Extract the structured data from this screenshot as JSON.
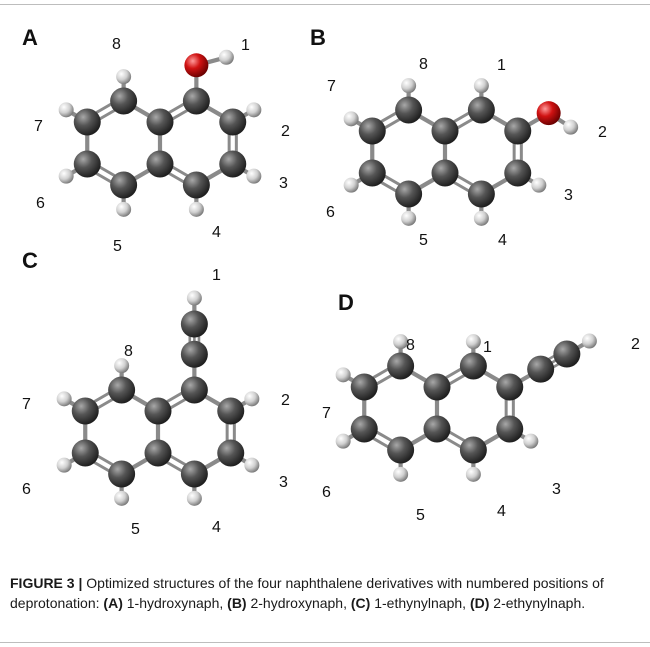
{
  "figure": {
    "caption": {
      "label": "FIGURE 3 |",
      "intro": "Optimized structures of the four naphthalene derivatives with numbered positions of deprotonation:",
      "items": [
        {
          "tag": "(A)",
          "text": "1-hydroxynaph,"
        },
        {
          "tag": "(B)",
          "text": "2-hydroxynaph,"
        },
        {
          "tag": "(C)",
          "text": "1-ethynylnaph,"
        },
        {
          "tag": "(D)",
          "text": "2-ethynylnaph."
        }
      ]
    },
    "colors": {
      "carbon": "#4d4d4d",
      "hydrogen": "#d2d2d2",
      "oxygen": "#d01010",
      "bond": "#8a8a8a"
    },
    "panels": [
      {
        "letter": "A",
        "molecule": "1-hydroxynaphthalene",
        "substituent": "OH",
        "labels": [
          "1",
          "2",
          "3",
          "4",
          "5",
          "6",
          "7",
          "8"
        ]
      },
      {
        "letter": "B",
        "molecule": "2-hydroxynaphthalene",
        "substituent": "OH",
        "labels": [
          "1",
          "2",
          "3",
          "4",
          "5",
          "6",
          "7",
          "8"
        ]
      },
      {
        "letter": "C",
        "molecule": "1-ethynylnaphthalene",
        "substituent": "C≡CH",
        "labels": [
          "1",
          "2",
          "3",
          "4",
          "5",
          "6",
          "7",
          "8"
        ]
      },
      {
        "letter": "D",
        "molecule": "2-ethynylnaphthalene",
        "substituent": "C≡CH",
        "labels": [
          "1",
          "2",
          "3",
          "4",
          "5",
          "6",
          "7",
          "8"
        ]
      }
    ]
  }
}
